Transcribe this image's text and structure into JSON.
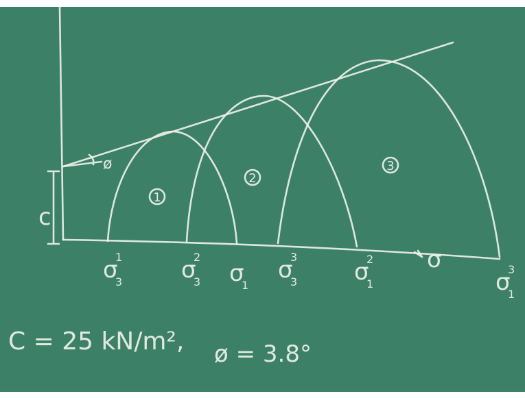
{
  "board": {
    "circle_labels": [
      "①",
      "②",
      "③"
    ],
    "axis": {
      "c_label": "c",
      "phi_label": "ø",
      "sigma_label": "σ"
    },
    "stress_labels": [
      {
        "base": "σ",
        "sup": "1",
        "sub": "3"
      },
      {
        "base": "σ",
        "sup": "2",
        "sub": "3"
      },
      {
        "base": "σ",
        "sup": "",
        "sub": "1"
      },
      {
        "base": "σ",
        "sup": "3",
        "sub": "3"
      },
      {
        "base": "σ",
        "sup": "2",
        "sub": "1"
      },
      {
        "base": "σ",
        "sup": "3",
        "sub": "1"
      }
    ],
    "equation": {
      "c_value": "C = 25 kN/m², ",
      "phi_value": "ø = 3.8°"
    }
  }
}
